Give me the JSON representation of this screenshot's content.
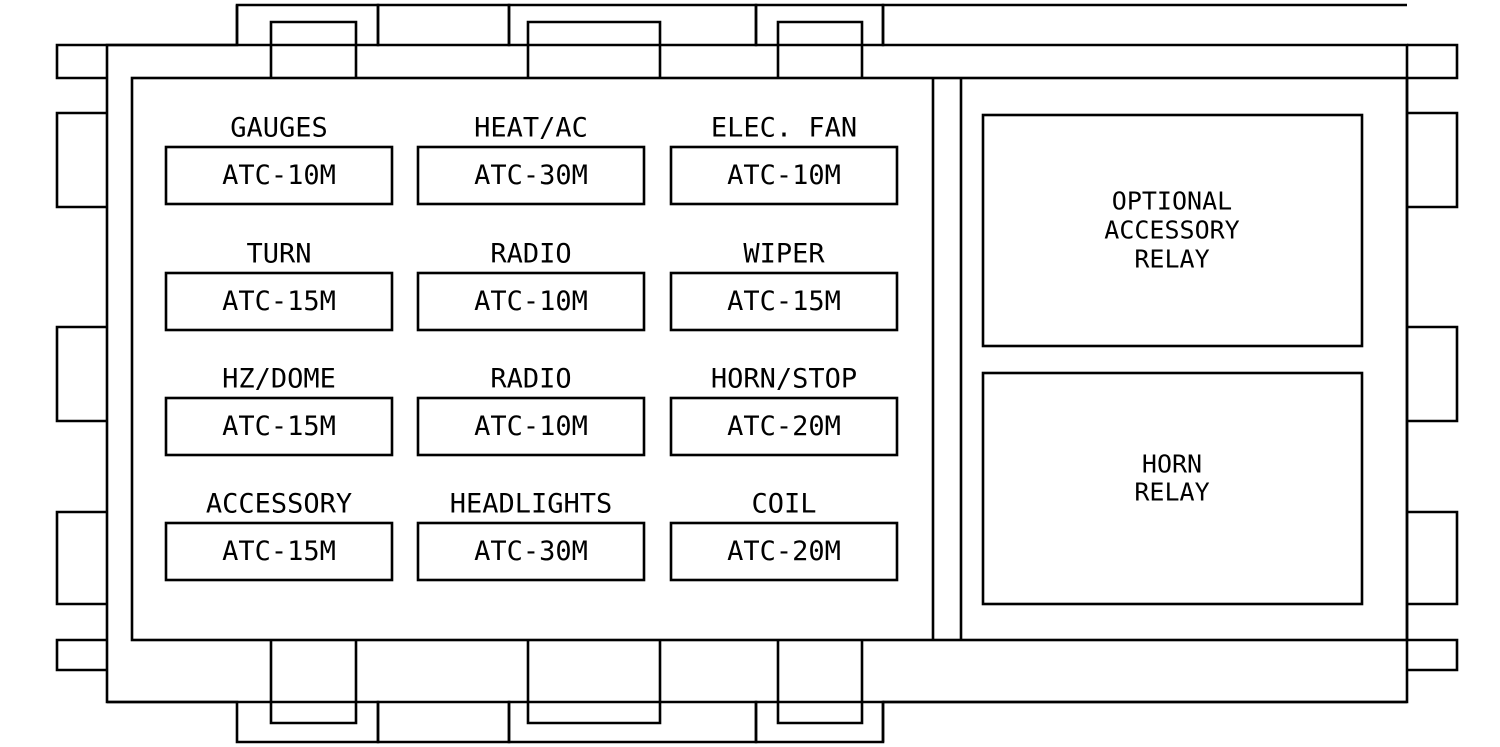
{
  "fuse_box": {
    "fuses": [
      {
        "name": "GAUGES",
        "rating": "ATC-10M"
      },
      {
        "name": "HEAT/AC",
        "rating": "ATC-30M"
      },
      {
        "name": "ELEC. FAN",
        "rating": "ATC-10M"
      },
      {
        "name": "TURN",
        "rating": "ATC-15M"
      },
      {
        "name": "RADIO",
        "rating": "ATC-10M"
      },
      {
        "name": "WIPER",
        "rating": "ATC-15M"
      },
      {
        "name": "HZ/DOME",
        "rating": "ATC-15M"
      },
      {
        "name": "RADIO",
        "rating": "ATC-10M"
      },
      {
        "name": "HORN/STOP",
        "rating": "ATC-20M"
      },
      {
        "name": "ACCESSORY",
        "rating": "ATC-15M"
      },
      {
        "name": "HEADLIGHTS",
        "rating": "ATC-30M"
      },
      {
        "name": "COIL",
        "rating": "ATC-20M"
      }
    ],
    "relays": [
      {
        "lines": [
          "OPTIONAL",
          "ACCESSORY",
          "RELAY"
        ]
      },
      {
        "lines": [
          "HORN",
          "RELAY"
        ]
      }
    ]
  }
}
